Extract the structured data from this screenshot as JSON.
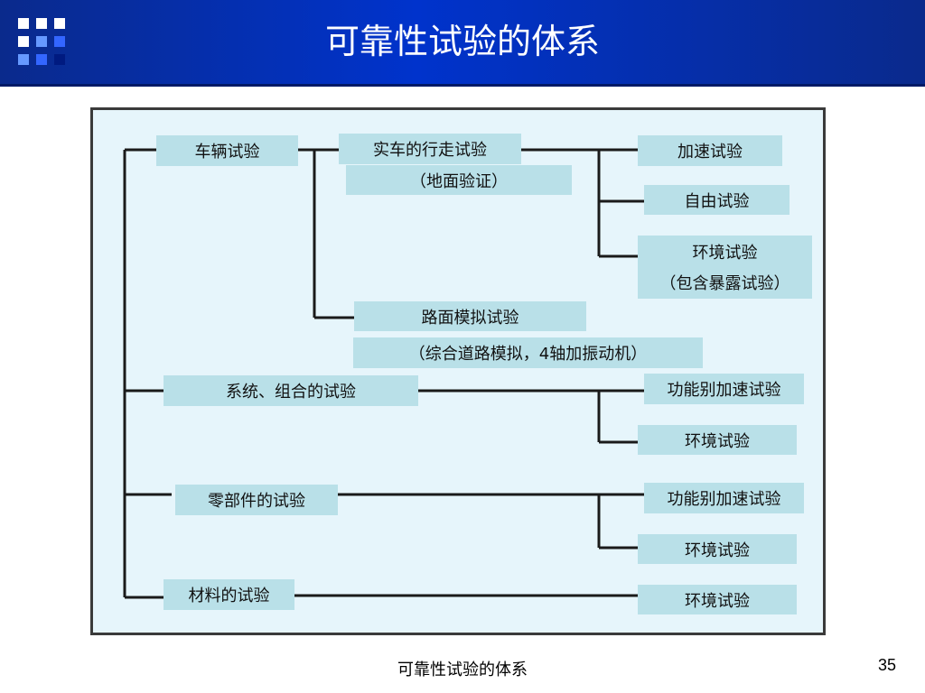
{
  "header": {
    "title": "可靠性试验的体系"
  },
  "diagram": {
    "vehicle_test": "车辆试验",
    "real_drive_test": "实车的行走试验",
    "ground_verification": "（地面验证）",
    "accelerated_test": "加速试验",
    "free_test": "自由试验",
    "env_test_line1": "环境试验",
    "env_test_line2": "（包含暴露试验）",
    "road_sim_test": "路面模拟试验",
    "road_sim_detail": "（综合道路模拟，4轴加振动机）",
    "system_test": "系统、组合的试验",
    "system_func_accel": "功能别加速试验",
    "system_env": "环境试验",
    "part_test": "零部件的试验",
    "part_func_accel": "功能别加速试验",
    "part_env": "环境试验",
    "material_test": "材料的试验",
    "material_env": "环境试验"
  },
  "footer": {
    "caption": "可靠性试验的体系",
    "page_number": "35"
  },
  "colors": {
    "header_blue": "#0033cc",
    "box_fill": "#b9e0e8",
    "frame_fill": "#e6f5fb"
  }
}
